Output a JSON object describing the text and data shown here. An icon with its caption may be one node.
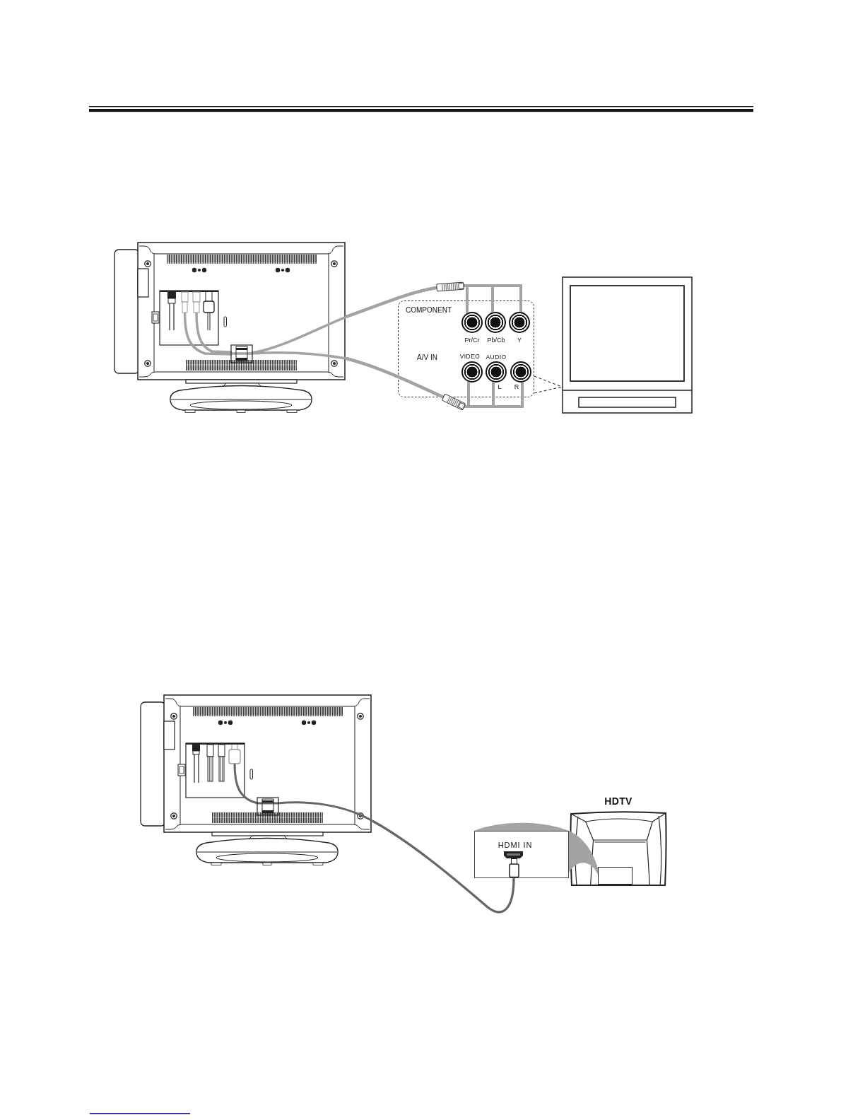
{
  "diagram": {
    "nodes": [
      {
        "text": [],
        "shape": "picture"
      },
      {
        "text": [
          "COMPONENT",
          "A/V IN",
          "AUDIO"
        ]
      },
      {
        "text": [],
        "shape": "circle",
        "in": 1,
        "beside": [
          "Pr/Cr"
        ]
      },
      {
        "text": [],
        "shape": "circle",
        "in": 1,
        "beside": [
          "Pb/Cb"
        ]
      },
      {
        "text": [],
        "shape": "circle",
        "in": 1,
        "beside": [
          "Y"
        ]
      },
      {
        "text": [],
        "shape": "circle",
        "in": 1,
        "beside": [
          "VIDEO"
        ]
      },
      {
        "text": [],
        "shape": "circle",
        "in": 1,
        "beside": [
          "L"
        ]
      },
      {
        "text": [],
        "shape": "circle",
        "in": 1,
        "beside": [
          "R"
        ]
      },
      {
        "text": [],
        "shape": "picture"
      },
      {
        "text": [],
        "shape": "picture"
      },
      {
        "text": [
          "HDMI IN"
        ]
      },
      {
        "text": [
          "HDTV"
        ]
      },
      {
        "text": [],
        "shape": "box",
        "in": 11
      }
    ],
    "edges": [
      {
        "from": 0,
        "to": 2,
        "arrow": "none"
      },
      {
        "from": 0,
        "to": 3,
        "arrow": "none"
      },
      {
        "from": 0,
        "to": 4,
        "arrow": "none"
      },
      {
        "from": 0,
        "to": 5,
        "arrow": "none"
      },
      {
        "from": 0,
        "to": 6,
        "arrow": "none"
      },
      {
        "from": 0,
        "to": 7,
        "arrow": "none"
      },
      {
        "from": 1,
        "to": 8,
        "arrow": "none",
        "style": "dashed",
        "color": "#333333"
      },
      {
        "from": 1,
        "to": 8,
        "arrow": "none",
        "style": "dashed",
        "color": "#333333"
      },
      {
        "from": 9,
        "to": 10,
        "arrow": "none",
        "color": "#666666"
      },
      {
        "from": 10,
        "to": 12,
        "arrow": "none",
        "style": "thick"
      }
    ]
  }
}
